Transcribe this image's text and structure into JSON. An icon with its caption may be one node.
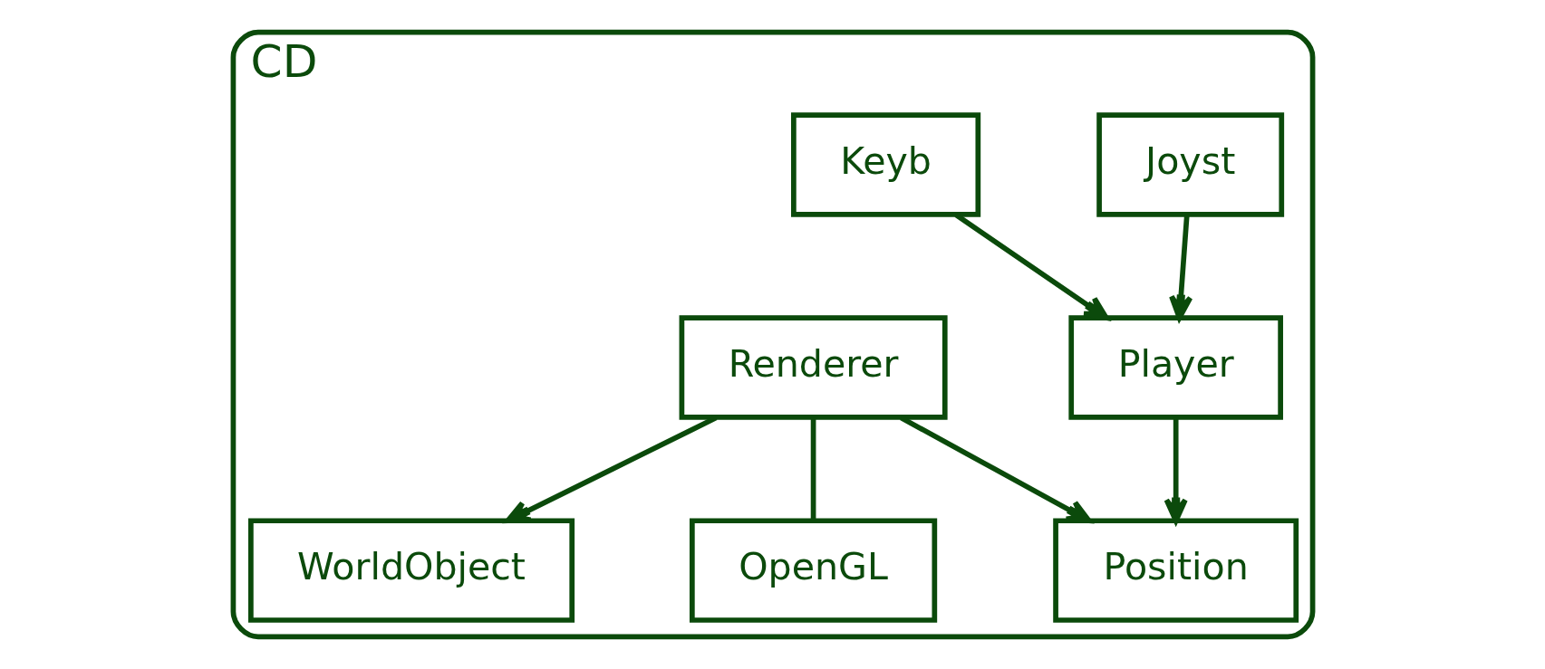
{
  "diagram": {
    "nodes": [
      {
        "text": [
          "CD"
        ]
      },
      {
        "text": [
          "Joyst"
        ],
        "in": 0
      },
      {
        "text": [
          "Keyb"
        ],
        "in": 0
      },
      {
        "text": [
          "Player"
        ],
        "in": 0
      },
      {
        "text": [
          "WorldObject"
        ],
        "in": 0
      },
      {
        "text": [
          "Position"
        ],
        "in": 0
      },
      {
        "text": [
          "Renderer"
        ],
        "in": 0
      },
      {
        "text": [
          "OpenGL"
        ],
        "in": 0
      }
    ],
    "edges": [
      {
        "from": 1,
        "to": 3,
        "arrow": "to"
      },
      {
        "from": 2,
        "to": 3,
        "arrow": "to"
      },
      {
        "from": 3,
        "to": 5,
        "arrow": "to"
      },
      {
        "from": 6,
        "to": 4,
        "arrow": "to"
      },
      {
        "from": 6,
        "to": 5,
        "arrow": "to"
      },
      {
        "from": 6,
        "to": 7,
        "arrow": "none"
      }
    ]
  }
}
